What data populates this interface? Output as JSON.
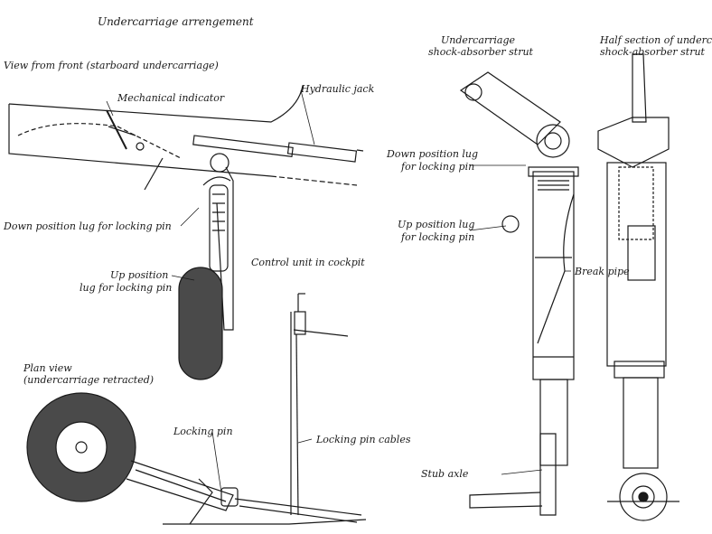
{
  "title": "Undercarriage arrengement",
  "labels": {
    "view_from_front": "View from front (starboard undercarriage)",
    "mechanical_indicator": "Mechanical indicator",
    "hydraulic_jack": "Hydraulic jack",
    "down_lug_left": "Down position lug for locking pin",
    "up_lug_left_1": "Up position",
    "up_lug_left_2": "lug for locking pin",
    "control_unit": "Control unit in cockpit",
    "plan_view_1": "Plan view",
    "plan_view_2": "(undercarriage retracted)",
    "locking_pin": "Locking pin",
    "locking_pin_cables": "Locking pin cables",
    "strut_title_1": "Undercarriage",
    "strut_title_2": "shock-absorber strut",
    "half_section_1": "Half section of undercar",
    "half_section_2": "shock-absorber strut",
    "down_lug_right_1": "Down position lug",
    "down_lug_right_2": "for locking pin",
    "up_lug_right_1": "Up position lug",
    "up_lug_right_2": "for locking pin",
    "break_pipe": "Break pipe",
    "stub_axle": "Stub axle"
  },
  "colors": {
    "ink": "#1a1a1a",
    "tyre": "#4a4a4a",
    "paper": "#ffffff"
  }
}
